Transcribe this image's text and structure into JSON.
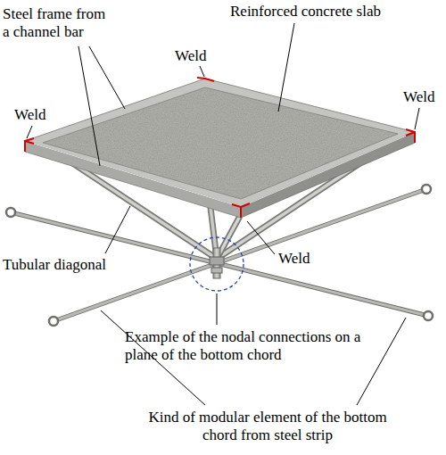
{
  "diagram": {
    "labels": [
      "Steel frame from a channel bar",
      "Reinforced concrete slab",
      "Weld",
      "Weld",
      "Weld",
      "Tubular diagonal",
      "Weld",
      "Example of the nodal connections on a plane of the bottom chord",
      "Kind of modular element of the bottom chord from steel strip"
    ]
  }
}
